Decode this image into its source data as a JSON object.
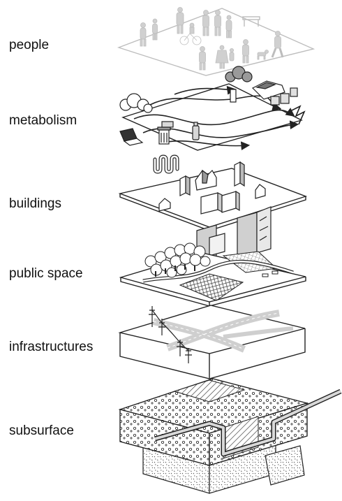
{
  "layers": [
    {
      "label": "people",
      "icon": "people-silhouettes"
    },
    {
      "label": "metabolism",
      "icon": "flow-arrows"
    },
    {
      "label": "buildings",
      "icon": "building-blocks"
    },
    {
      "label": "public space",
      "icon": "trees-and-plaza"
    },
    {
      "label": "infrastructures",
      "icon": "roads-and-power-lines"
    },
    {
      "label": "subsurface",
      "icon": "soil-blocks-and-pipe"
    }
  ],
  "colors": {
    "line": "#222222",
    "ghost": "#bdbdbd",
    "fill_light": "#f2f2f2",
    "fill_mid": "#d8d8d8",
    "fill_dark": "#8c8c8c"
  }
}
